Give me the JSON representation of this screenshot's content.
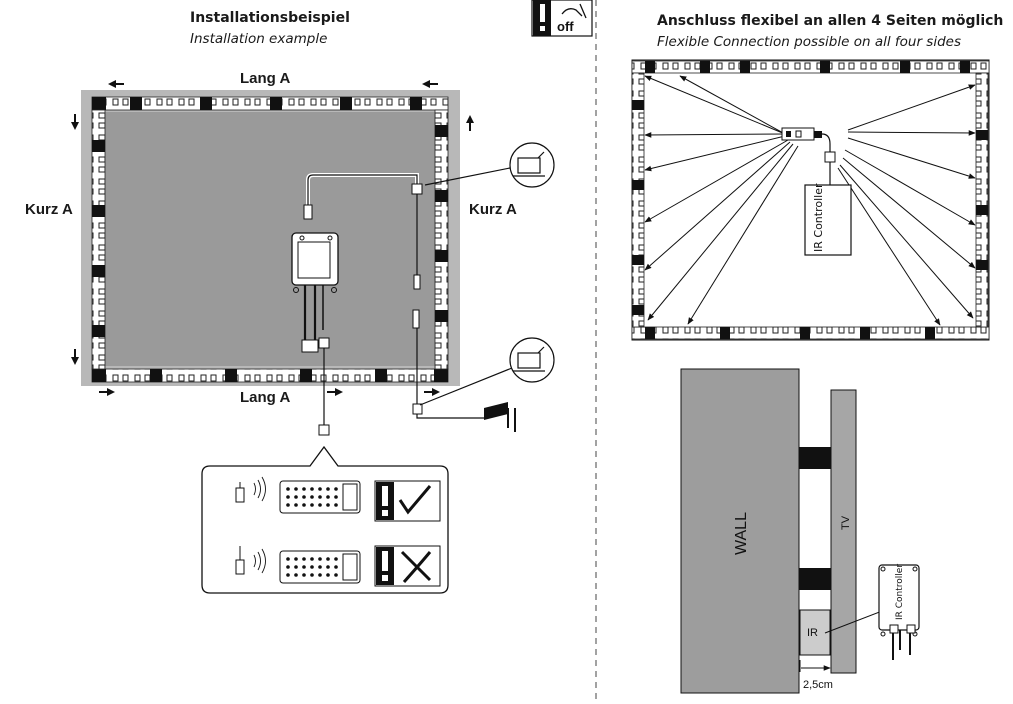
{
  "left": {
    "title_de": "Installationsbeispiel",
    "title_en": "Installation example",
    "lang_top": "Lang A",
    "lang_bottom": "Lang A",
    "kurz_left": "Kurz A",
    "kurz_right": "Kurz A",
    "off_label": "off"
  },
  "right": {
    "title_de": "Anschluss flexibel an allen 4 Seiten möglich",
    "title_en": "Flexible Connection possible on all four sides",
    "controller_label": "IR Controller",
    "wall_label": "WALL",
    "tv_label": "TV",
    "ir_label": "IR",
    "small_controller_label": "IR Controller",
    "dimension": "2,5cm"
  }
}
